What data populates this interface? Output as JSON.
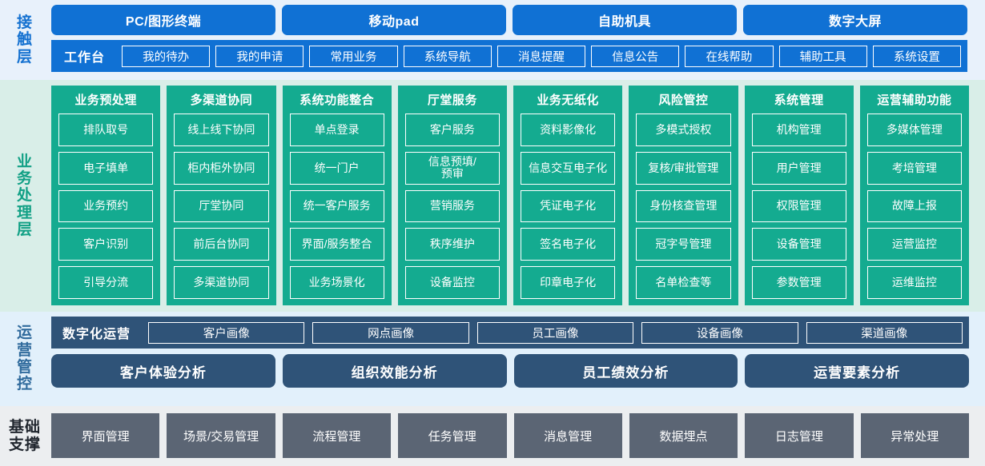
{
  "layers": {
    "contact": {
      "label": "接触层",
      "label_chars": [
        "接",
        "触",
        "层"
      ],
      "accent": "#1071d4",
      "channels": [
        "PC/图形终端",
        "移动pad",
        "自助机具",
        "数字大屏"
      ],
      "workbench_title": "工作台",
      "workbench_items": [
        "我的待办",
        "我的申请",
        "常用业务",
        "系统导航",
        "消息提醒",
        "信息公告",
        "在线帮助",
        "辅助工具",
        "系统设置"
      ]
    },
    "business": {
      "label": "业务处理层",
      "label_chars": [
        "业",
        "务",
        "处",
        "理",
        "层"
      ],
      "accent": "#14ab90",
      "columns": [
        {
          "title": "业务预处理",
          "items": [
            "排队取号",
            "电子填单",
            "业务预约",
            "客户识别",
            "引导分流"
          ]
        },
        {
          "title": "多渠道协同",
          "items": [
            "线上线下协同",
            "柜内柜外协同",
            "厅堂协同",
            "前后台协同",
            "多渠道协同"
          ]
        },
        {
          "title": "系统功能整合",
          "items": [
            "单点登录",
            "统一门户",
            "统一客户服务",
            "界面/服务整合",
            "业务场景化"
          ]
        },
        {
          "title": "厅堂服务",
          "items": [
            "客户服务",
            "信息预填/\n预审",
            "营销服务",
            "秩序维护",
            "设备监控"
          ]
        },
        {
          "title": "业务无纸化",
          "items": [
            "资料影像化",
            "信息交互电子化",
            "凭证电子化",
            "签名电子化",
            "印章电子化"
          ]
        },
        {
          "title": "风险管控",
          "items": [
            "多模式授权",
            "复核/审批管理",
            "身份核查管理",
            "冠字号管理",
            "名单检查等"
          ]
        },
        {
          "title": "系统管理",
          "items": [
            "机构管理",
            "用户管理",
            "权限管理",
            "设备管理",
            "参数管理"
          ]
        },
        {
          "title": "运营辅助功能",
          "items": [
            "多媒体管理",
            "考培管理",
            "故障上报",
            "运营监控",
            "运维监控"
          ]
        }
      ]
    },
    "operations": {
      "label": "运营管控",
      "label_chars": [
        "运",
        "营",
        "管",
        "控"
      ],
      "accent": "#2f5378",
      "digital_ops_title": "数字化运营",
      "portraits": [
        "客户画像",
        "网点画像",
        "员工画像",
        "设备画像",
        "渠道画像"
      ],
      "analyses": [
        "客户体验分析",
        "组织效能分析",
        "员工绩效分析",
        "运营要素分析"
      ]
    },
    "base": {
      "label": "基础支撑",
      "label_lines": [
        "基础",
        "支撑"
      ],
      "accent": "#5b6574",
      "items": [
        "界面管理",
        "场景/交易管理",
        "流程管理",
        "任务管理",
        "消息管理",
        "数据埋点",
        "日志管理",
        "异常处理"
      ]
    }
  }
}
